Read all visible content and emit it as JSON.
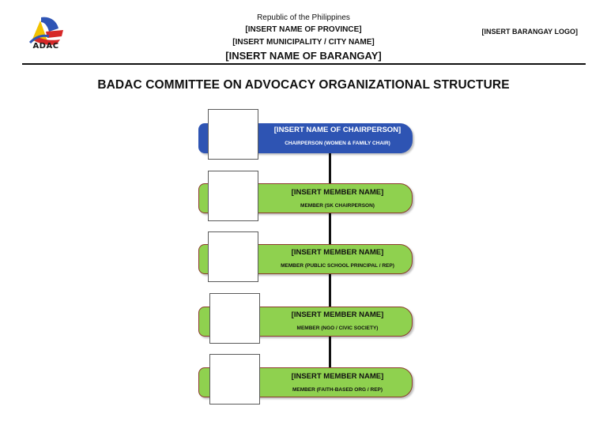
{
  "header": {
    "logo_text": "ADAC",
    "line1": "Republic of the Philippines",
    "line2": "[INSERT NAME OF PROVINCE]",
    "line3": "[INSERT MUNICIPALITY / CITY NAME]",
    "line4": "[INSERT NAME OF BARANGAY]",
    "barangay_logo": "[INSERT BARANGAY LOGO]"
  },
  "title": "BADAC COMMITTEE ON ADVOCACY ORGANIZATIONAL STRUCTURE",
  "org": {
    "chair": {
      "name": "[INSERT NAME OF CHAIRPERSON]",
      "role": "CHAIRPERSON (WOMEN & FAMILY CHAIR)"
    },
    "members": [
      {
        "name": "[INSERT MEMBER NAME]",
        "role": "MEMBER (SK CHAIRPERSON)"
      },
      {
        "name": "[INSERT MEMBER NAME]",
        "role": "MEMBER (PUBLIC SCHOOL PRINCIPAL / REP)"
      },
      {
        "name": "[INSERT MEMBER NAME]",
        "role": "MEMBER (NGO / CIVIC SOCIETY)"
      },
      {
        "name": "[INSERT MEMBER NAME]",
        "role": "MEMBER (FAITH-BASED ORG / REP)"
      }
    ]
  },
  "colors": {
    "chair_box": "#2e54b3",
    "member_box": "#8fd14f",
    "member_border": "#8a3b2b"
  }
}
